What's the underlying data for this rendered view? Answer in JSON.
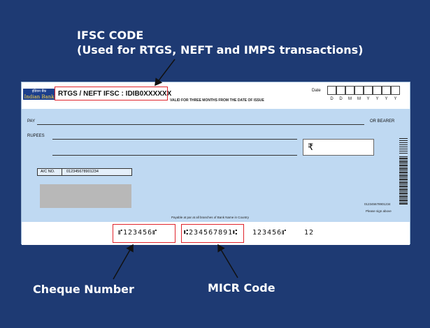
{
  "callouts": {
    "ifsc_line1": "IFSC CODE",
    "ifsc_line2": "(Used for RTGS, NEFT and IMPS transactions)",
    "cheque_number": "Cheque Number",
    "micr_code": "MICR Code"
  },
  "cheque": {
    "bank_logo_top": "इंडियन बैंक",
    "bank_logo_name": "Indian Bank",
    "ifsc_text": "RTGS / NEFT IFSC : IDIB0XXXXXX",
    "validity": "VALID FOR THREE MONTHS FROM THE DATE OF ISSUE",
    "date_label": "Date",
    "date_format": [
      "D",
      "D",
      "M",
      "M",
      "Y",
      "Y",
      "Y",
      "Y"
    ],
    "pay_label": "PAY",
    "bearer_label": "OR BEARER",
    "rupees_label": "RUPEES",
    "rupee_symbol": "₹",
    "acno_label": "A/C NO.",
    "acno_value": "012345678901234",
    "acct_small": "012345678901234",
    "sign_above": "Please sign above",
    "payable": "Payable at par at all branches of Bank Name in Country",
    "micr_cheque": "⑈123456⑈",
    "micr_code": "⑆234567891⑆",
    "micr_account": "123456⑈",
    "micr_tx": "12"
  },
  "colors": {
    "background": "#1e3a73",
    "cheque_body": "#bfd9f2",
    "highlight": "#e0242c"
  }
}
